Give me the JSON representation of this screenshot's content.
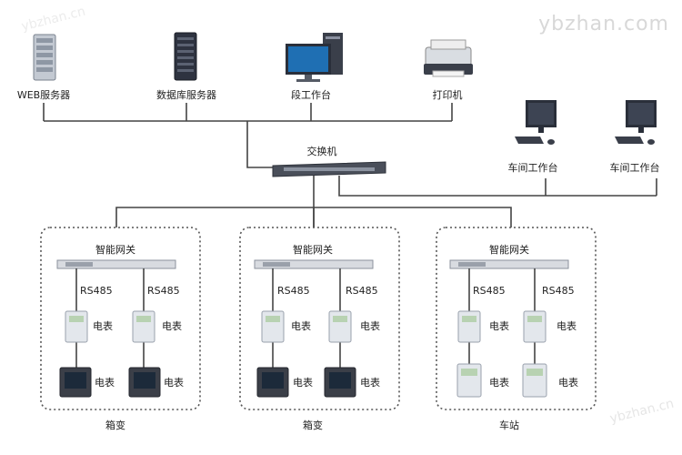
{
  "watermark": "ybzhan.com",
  "watermark_small": "ybzhan.cn",
  "top_devices": {
    "web_server": "WEB服务器",
    "db_server": "数据库服务器",
    "section_workstation": "段工作台",
    "printer": "打印机"
  },
  "switch_label": "交换机",
  "workshop_stations": [
    "车间工作台",
    "车间工作台"
  ],
  "groups": [
    {
      "name": "箱变",
      "gateway": "智能网关",
      "rs485": [
        "RS485",
        "RS485"
      ],
      "meters": [
        "电表",
        "电表",
        "电表",
        "电表"
      ]
    },
    {
      "name": "箱变",
      "gateway": "智能网关",
      "rs485": [
        "RS485",
        "RS485"
      ],
      "meters": [
        "电表",
        "电表",
        "电表",
        "电表"
      ]
    },
    {
      "name": "车站",
      "gateway": "智能网关",
      "rs485": [
        "RS485",
        "RS485"
      ],
      "meters": [
        "电表",
        "电表",
        "电表",
        "电表"
      ]
    }
  ],
  "colors": {
    "line": "#444444",
    "dotted_border": "#555555",
    "monitor_screen": "#1f6fb3",
    "workshop_screen": "#2a2f3a",
    "server_dark": "#2e3340",
    "server_light": "#b5bcc6"
  }
}
